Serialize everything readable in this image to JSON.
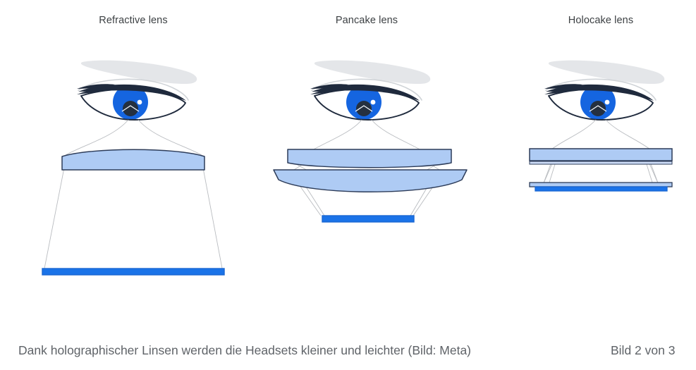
{
  "figure": {
    "background_color": "#ffffff",
    "panels": [
      {
        "id": "refractive",
        "title": "Refractive lens",
        "elements": [
          "eyebrow",
          "eye",
          "light-rays",
          "plano-convex-lens",
          "display-panel"
        ]
      },
      {
        "id": "pancake",
        "title": "Pancake lens",
        "elements": [
          "eyebrow",
          "eye",
          "light-rays",
          "meniscus-lens-top",
          "plano-convex-lens-bottom",
          "display-panel"
        ]
      },
      {
        "id": "holocake",
        "title": "Holocake lens",
        "elements": [
          "eyebrow",
          "eye",
          "light-rays",
          "holographic-plate-top",
          "thin-film-layer",
          "holographic-plate-bottom",
          "display-panel"
        ]
      }
    ]
  },
  "caption": {
    "text": "Dank holographischer Linsen werden die Headsets kleiner und leichter (Bild: Meta)",
    "counter": "Bild 2 von 3"
  },
  "colors": {
    "title_text": "#3c4043",
    "caption_text": "#5f6368",
    "lens_fill": "#aecbf4",
    "lens_stroke": "#2d3c59",
    "display_fill": "#1a73e8",
    "display_stroke": "#1967d2",
    "ray_line": "#b9bcc0",
    "eye_iris": "#1565e0",
    "eye_outline": "#1f2a3d",
    "eyebrow": "#e4e6e9"
  }
}
